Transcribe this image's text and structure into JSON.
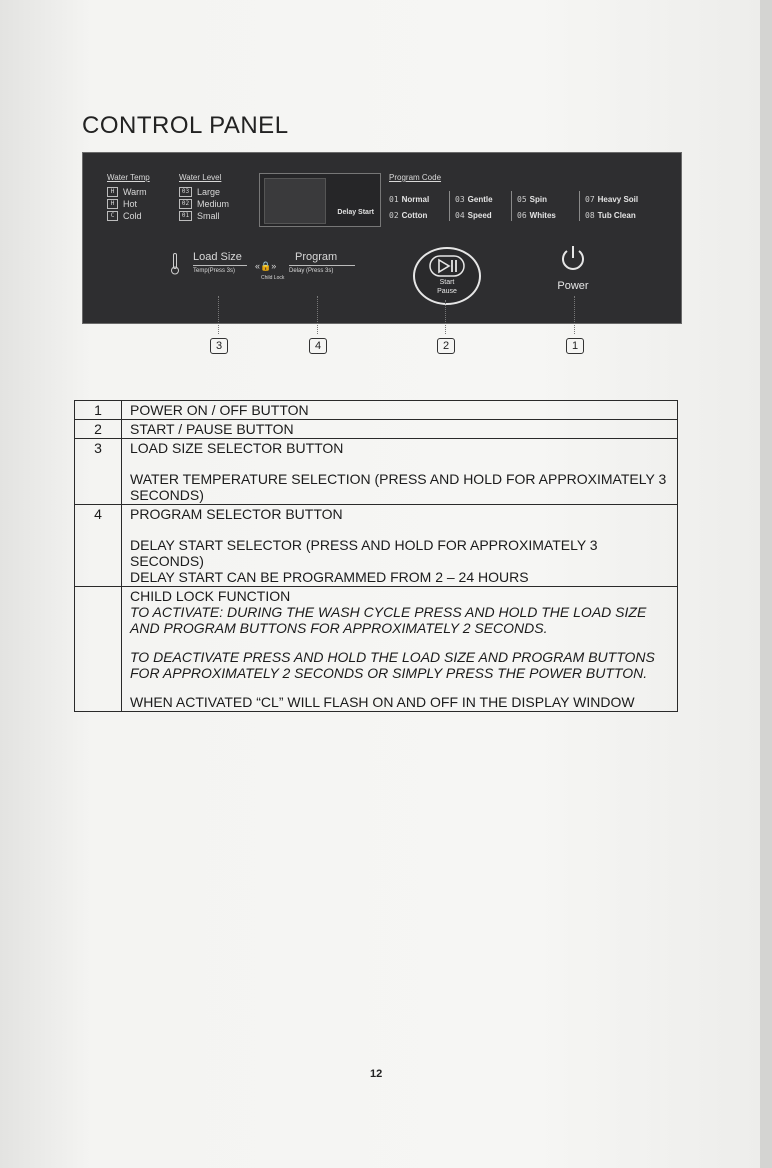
{
  "heading": "CONTROL PANEL",
  "panel": {
    "water_temp": {
      "title": "Water Temp",
      "options": [
        {
          "code": "H",
          "label": "Warm"
        },
        {
          "code": "H",
          "label": "Hot"
        },
        {
          "code": "C",
          "label": "Cold"
        }
      ]
    },
    "water_level": {
      "title": "Water Level",
      "options": [
        {
          "code": "03",
          "label": "Large"
        },
        {
          "code": "02",
          "label": "Medium"
        },
        {
          "code": "01",
          "label": "Small"
        }
      ]
    },
    "display_label": "Delay Start",
    "program_code": {
      "title": "Program Code",
      "items": [
        {
          "num": "01",
          "label": "Normal"
        },
        {
          "num": "03",
          "label": "Gentle"
        },
        {
          "num": "05",
          "label": "Spin"
        },
        {
          "num": "07",
          "label": "Heavy Soil"
        },
        {
          "num": "02",
          "label": "Cotton"
        },
        {
          "num": "04",
          "label": "Speed"
        },
        {
          "num": "06",
          "label": "Whites"
        },
        {
          "num": "08",
          "label": "Tub Clean"
        }
      ]
    },
    "load_size": {
      "label": "Load Size",
      "sub": "Temp(Press 3s)"
    },
    "child_lock": {
      "symbol": "«🔒»",
      "label": "Child Lock"
    },
    "program": {
      "label": "Program",
      "sub": "Delay (Press 3s)"
    },
    "start": {
      "line1": "Start",
      "line2": "Pause"
    },
    "power": {
      "label": "Power"
    }
  },
  "callouts": [
    "3",
    "4",
    "2",
    "1"
  ],
  "table": [
    {
      "num": "1",
      "lines": [
        [
          "POWER ON / OFF BUTTON"
        ]
      ]
    },
    {
      "num": "2",
      "lines": [
        [
          "START / PAUSE BUTTON"
        ]
      ]
    },
    {
      "num": "3",
      "lines": [
        [
          "LOAD SIZE SELECTOR BUTTON"
        ],
        [
          ""
        ],
        [
          "WATER TEMPERATURE SELECTION (PRESS AND HOLD FOR APPROXIMATELY 3 SECONDS)"
        ]
      ]
    },
    {
      "num": "4",
      "lines": [
        [
          "PROGRAM SELECTOR BUTTON"
        ],
        [
          ""
        ],
        [
          "DELAY START SELECTOR (PRESS AND HOLD FOR APPROXIMATELY 3 SECONDS)"
        ],
        [
          "DELAY START CAN BE PROGRAMMED FROM 2 – 24 HOURS"
        ]
      ]
    },
    {
      "num": "",
      "lines": [
        [
          "CHILD LOCK FUNCTION"
        ],
        [
          "TO ACTIVATE:  DURING THE WASH CYCLE PRESS AND HOLD THE LOAD SIZE AND PROGRAM BUTTONS FOR APPROXIMATELY 2 SECONDS.",
          "italic"
        ],
        [
          ""
        ],
        [
          "TO DEACTIVATE PRESS AND HOLD THE LOAD SIZE AND PROGRAM BUTTONS FOR APPROXIMATELY 2 SECONDS OR SIMPLY PRESS THE POWER BUTTON.",
          "italic"
        ],
        [
          ""
        ],
        [
          "WHEN ACTIVATED “CL” WILL FLASH ON AND OFF IN THE DISPLAY WINDOW"
        ]
      ]
    }
  ],
  "page_number": "12"
}
